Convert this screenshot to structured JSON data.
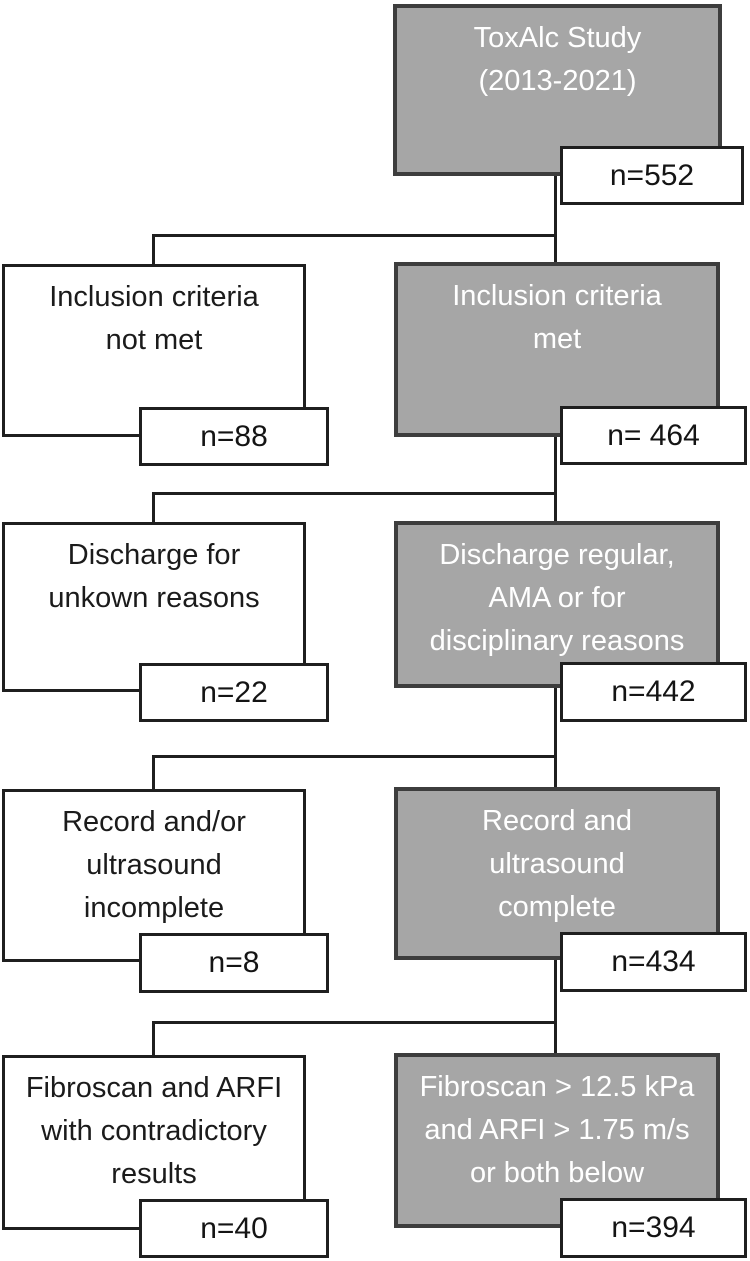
{
  "diagram": {
    "kind": "study-flowchart",
    "title_node": {
      "label": "ToxAlc Study\n(2013-2021)",
      "n": "n=552"
    },
    "stages": [
      {
        "excluded": {
          "label": "Inclusion criteria\nnot met",
          "n": "n=88"
        },
        "retained": {
          "label": "Inclusion criteria\nmet",
          "n": "n= 464"
        }
      },
      {
        "excluded": {
          "label": "Discharge for\nunkown reasons",
          "n": "n=22"
        },
        "retained": {
          "label": "Discharge regular,\nAMA or for\ndisciplinary reasons",
          "n": "n=442"
        }
      },
      {
        "excluded": {
          "label": "Record and/or\nultrasound\nincomplete",
          "n": "n=8"
        },
        "retained": {
          "label": "Record and\nultrasound\ncomplete",
          "n": "n=434"
        }
      },
      {
        "excluded": {
          "label": "Fibroscan and ARFI\nwith contradictory\nresults",
          "n": "n=40"
        },
        "retained": {
          "label": "Fibroscan > 12.5 kPa\nand ARFI > 1.75 m/s\nor both below",
          "n": "n=394"
        }
      }
    ],
    "colors": {
      "retained_fill": "#a6a6a6",
      "retained_border": "#3d3d3d",
      "retained_text": "#ffffff",
      "excluded_fill": "#ffffff",
      "excluded_border": "#1f1f1f",
      "excluded_text": "#1b1b1b",
      "connector": "#1f1f1f",
      "background": "#ffffff"
    }
  }
}
